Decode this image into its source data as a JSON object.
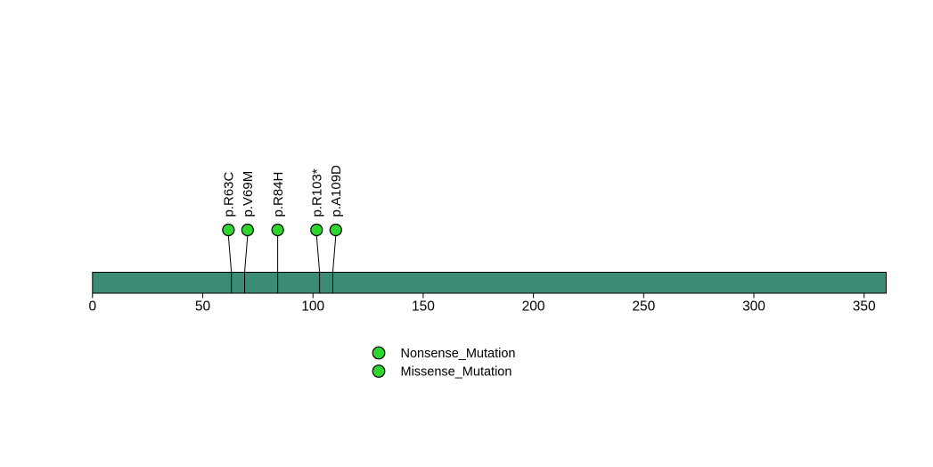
{
  "chart_data": {
    "type": "lollipop",
    "title": "",
    "protein": {
      "length": 360,
      "bar_color": "#3B8C77",
      "bar_border_color": "#000000"
    },
    "axis": {
      "xlim": [
        0,
        360
      ],
      "ticks": [
        "0",
        "50",
        "100",
        "150",
        "200",
        "250",
        "300",
        "350"
      ],
      "tick_values": [
        0,
        50,
        100,
        150,
        200,
        250,
        300,
        350
      ],
      "tick_color": "#000000"
    },
    "mutations": [
      {
        "label": "p.R63C",
        "position": 63,
        "type": "Missense_Mutation",
        "color": "#2FD42F"
      },
      {
        "label": "p.V69M",
        "position": 69,
        "type": "Missense_Mutation",
        "color": "#2FD42F"
      },
      {
        "label": "p.R84H",
        "position": 84,
        "type": "Missense_Mutation",
        "color": "#2FD42F"
      },
      {
        "label": "p.R103*",
        "position": 103,
        "type": "Nonsense_Mutation",
        "color": "#2FD42F"
      },
      {
        "label": "p.A109D",
        "position": 109,
        "type": "Missense_Mutation",
        "color": "#2FD42F"
      }
    ],
    "legend": {
      "position": "bottom-center",
      "entries": [
        {
          "label": "Nonsense_Mutation",
          "color": "#2FD42F"
        },
        {
          "label": "Missense_Mutation",
          "color": "#2FD42F"
        }
      ]
    },
    "marker_border_color": "#000000",
    "stick_color": "#000000",
    "background_color": "#ffffff"
  }
}
